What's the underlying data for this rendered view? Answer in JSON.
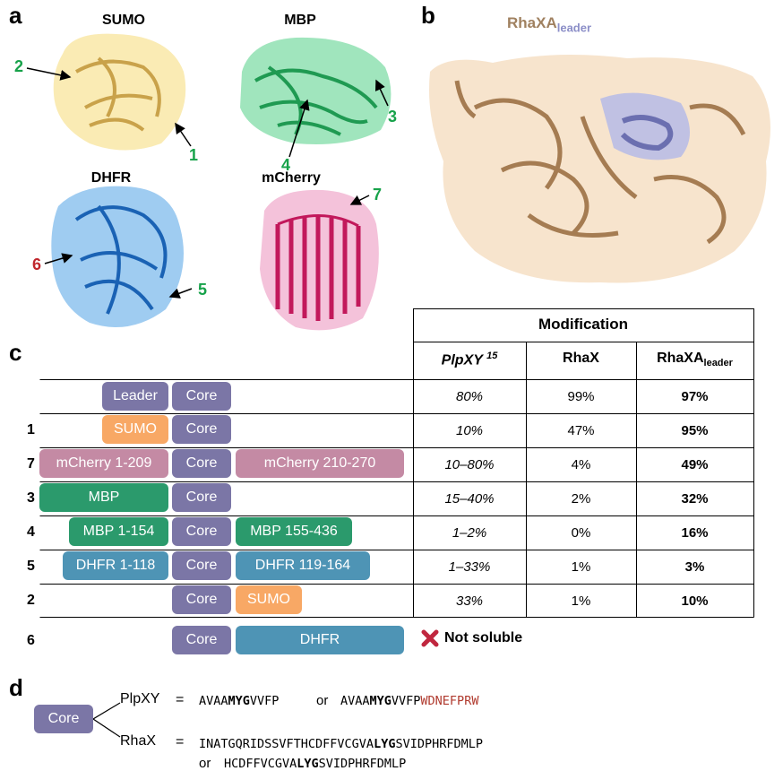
{
  "panels": {
    "a": "a",
    "b": "b",
    "c": "c",
    "d": "d"
  },
  "panel_a": {
    "proteins": [
      {
        "name": "SUMO"
      },
      {
        "name": "MBP"
      },
      {
        "name": "DHFR"
      },
      {
        "name": "mCherry"
      }
    ],
    "callouts": [
      "1",
      "2",
      "3",
      "4",
      "5",
      "6",
      "7"
    ]
  },
  "panel_b": {
    "title_main": "RhaXA",
    "title_sub": "leader"
  },
  "table": {
    "header_group": "Modification",
    "col1": "PlpXY",
    "col1_sup": "15",
    "col2": "RhaX",
    "col3_main": "RhaXA",
    "col3_sub": "leader",
    "rows": [
      {
        "label": "",
        "left": "Leader",
        "core": "Core",
        "right": "",
        "plpxy": "80%",
        "rhax": "99%",
        "rhaxa": "97%"
      },
      {
        "label": "1",
        "left": "SUMO",
        "core": "Core",
        "right": "",
        "plpxy": "10%",
        "rhax": "47%",
        "rhaxa": "95%"
      },
      {
        "label": "7",
        "left": "mCherry 1-209",
        "core": "Core",
        "right": "mCherry 210-270",
        "plpxy": "10–80%",
        "rhax": "4%",
        "rhaxa": "49%"
      },
      {
        "label": "3",
        "left": "MBP",
        "core": "Core",
        "right": "",
        "plpxy": "15–40%",
        "rhax": "2%",
        "rhaxa": "32%"
      },
      {
        "label": "4",
        "left": "MBP 1-154",
        "core": "Core",
        "right": "MBP 155-436",
        "plpxy": "1–2%",
        "rhax": "0%",
        "rhaxa": "16%"
      },
      {
        "label": "5",
        "left": "DHFR 1-118",
        "core": "Core",
        "right": "DHFR 119-164",
        "plpxy": "1–33%",
        "rhax": "1%",
        "rhaxa": "3%"
      },
      {
        "label": "2",
        "left": "",
        "core": "Core",
        "right": "SUMO",
        "plpxy": "33%",
        "rhax": "1%",
        "rhaxa": "10%"
      },
      {
        "label": "6",
        "left": "",
        "core": "Core",
        "right": "DHFR",
        "note": "Not soluble"
      }
    ]
  },
  "panel_d": {
    "core": "Core",
    "plpxy_label": "PlpXY",
    "rhax_label": "RhaX",
    "eq": "=",
    "or": "or",
    "plpxy_seq1": [
      "AVAA",
      "MYG",
      "VVFP"
    ],
    "plpxy_seq2": [
      "AVAA",
      "MYG",
      "VVFP",
      "WDNEFPRW"
    ],
    "rhax_seq1": [
      "INATGQRIDSSVFTHCDFFVCGVA",
      "LYG",
      "SVIDPHRFDMLP"
    ],
    "rhax_seq2": [
      "HCDFFVCGVA",
      "LYG",
      "SVIDPHRFDMLP"
    ]
  },
  "colors": {
    "leader_core": "#7b76a6",
    "sumo": "#f8a865",
    "mcherry": "#c48aa4",
    "mbp": "#2b9a6c",
    "dhfr": "#4e94b5",
    "callout_green": "#17a24a",
    "callout_red": "#c0272d"
  }
}
